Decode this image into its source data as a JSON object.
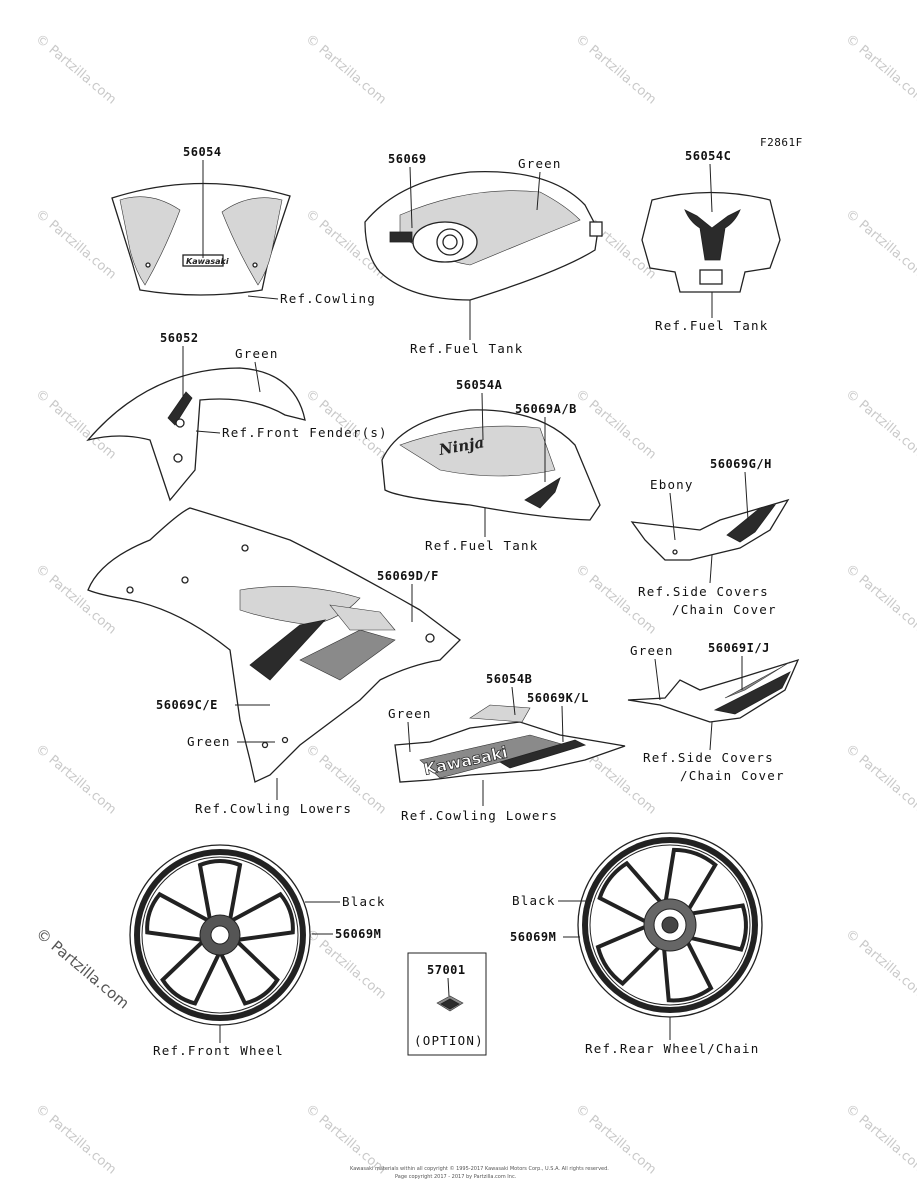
{
  "figure_code": "F2861F",
  "watermark": "© Partzilla.com",
  "footer_lines": [
    "Kawasaki materials within all copyright © 1995-2017 Kawasaki Motors Corp., U.S.A. All rights reserved.",
    "Page copyright 2017 - 2017 by Partzilla.com Inc."
  ],
  "part_numbers": {
    "p56054": "56054",
    "p56069": "56069",
    "p56054C": "56054C",
    "p56052": "56052",
    "p56054A": "56054A",
    "p56069AB": "56069A/B",
    "p56069GH": "56069G/H",
    "p56069DF": "56069D/F",
    "p56069IJ": "56069I/J",
    "p56054B": "56054B",
    "p56069KL": "56069K/L",
    "p56069CE": "56069C/E",
    "p56069M_front": "56069M",
    "p56069M_rear": "56069M",
    "p57001": "57001"
  },
  "labels": {
    "ref_cowling": "Ref.Cowling",
    "green_tank": "Green",
    "ref_fuel_tank_1": "Ref.Fuel Tank",
    "ref_fuel_tank_2": "Ref.Fuel Tank",
    "ref_fuel_tank_3": "Ref.Fuel Tank",
    "green_fender": "Green",
    "ref_front_fender": "Ref.Front Fender(s)",
    "ebony": "Ebony",
    "ref_side_covers_1a": "Ref.Side Covers",
    "ref_side_covers_1b": "/Chain Cover",
    "green_side": "Green",
    "ref_side_covers_2a": "Ref.Side Covers",
    "ref_side_covers_2b": "/Chain Cover",
    "green_lower": "Green",
    "green_cowl": "Green",
    "ref_cowling_lowers_1": "Ref.Cowling Lowers",
    "ref_cowling_lowers_2": "Ref.Cowling Lowers",
    "black_front": "Black",
    "black_rear": "Black",
    "option": "(OPTION)",
    "ref_front_wheel": "Ref.Front Wheel",
    "ref_rear_wheel": "Ref.Rear Wheel/Chain"
  },
  "decal_text": {
    "windscreen": "Kawasaki",
    "tank": "Ninja",
    "lower_cowl": "Kawasaki"
  },
  "colors": {
    "line": "#222222",
    "watermark": "#c9c9c9"
  }
}
